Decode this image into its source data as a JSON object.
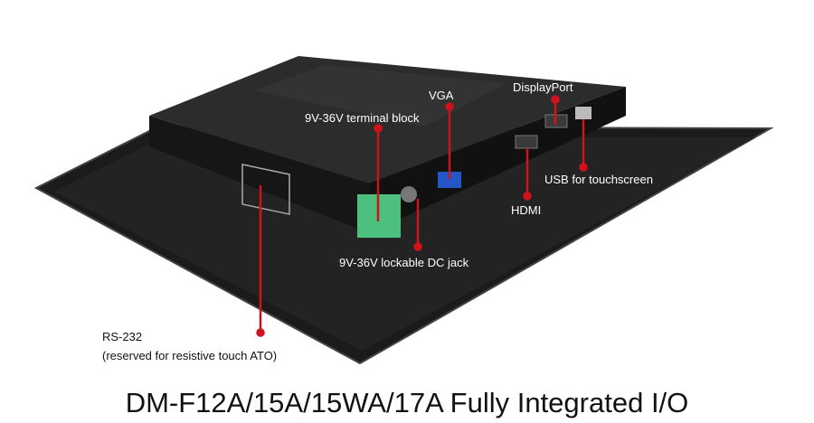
{
  "labels": {
    "terminal_block": "9V-36V terminal block",
    "vga": "VGA",
    "displayport": "DisplayPort",
    "usb": "USB for touchscreen",
    "hdmi": "HDMI",
    "dc_jack": "9V-36V lockable DC jack",
    "rs232": "RS-232",
    "rs232_note": "(reserved for resistive touch ATO)"
  },
  "title": "DM-F12A/15A/15WA/17A Fully Integrated I/O",
  "colors": {
    "callout": "#d0121b",
    "panel": "#1e1e1e",
    "box": "#2a2a2a",
    "terminal": "#4dbf7f",
    "vga": "#2456c8"
  }
}
